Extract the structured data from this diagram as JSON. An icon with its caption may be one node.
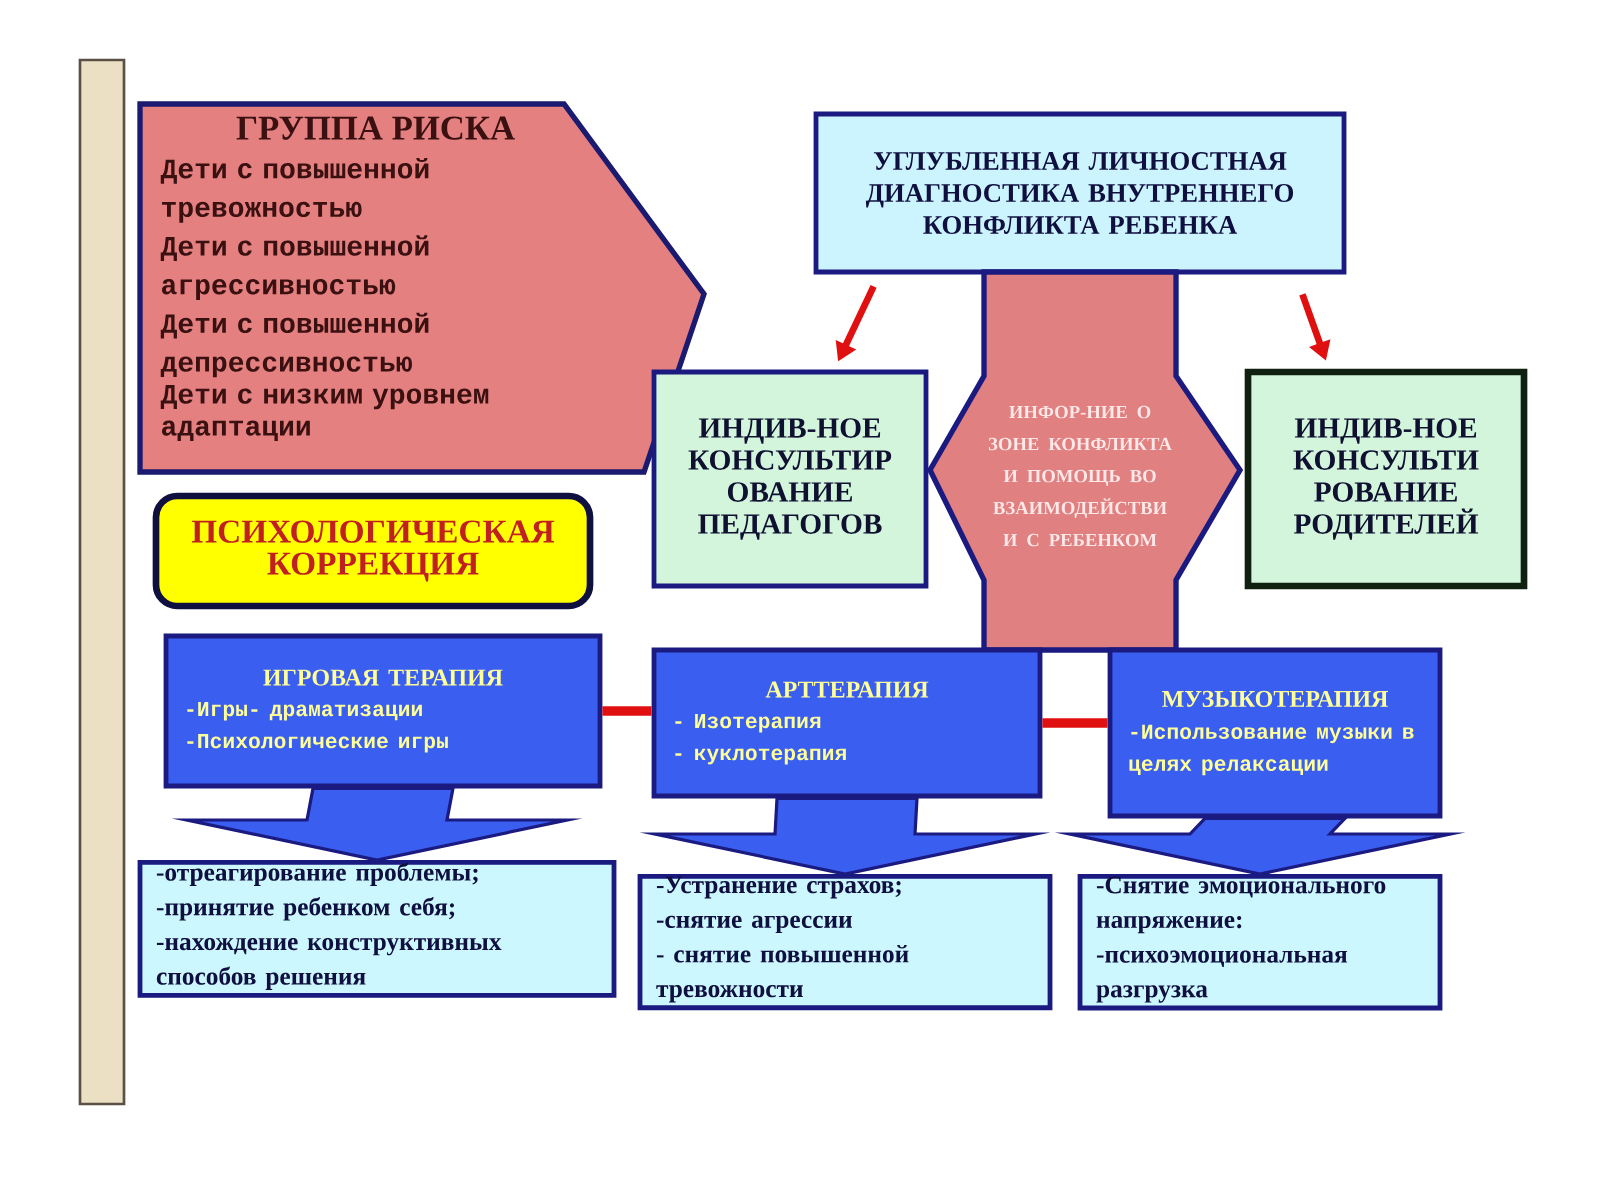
{
  "diagram": {
    "nodes": [
      {
        "text": [
          "ГРУППА РИСКА",
          "Дети с повышенной тревожностью",
          "Дети с повышенной агрессивностью",
          "Дети с повышенной депрессивностью",
          "Дети с низким уровнем адаптации"
        ]
      },
      {
        "text": [
          "ПСИХОЛОГИЧЕСКАЯ КОРРЕКЦИЯ"
        ]
      },
      {
        "text": [
          "УГЛУБЛЕННАЯ ЛИЧНОСТНАЯ ДИАГНОСТИКА ВНУТРЕННЕГО КОНФЛИКТА РЕБЕНКА"
        ]
      },
      {
        "text": [
          "ИНДИВ-НОЕ КОНСУЛЬТИР ОВАНИЕ ПЕДАГОГОВ"
        ]
      },
      {
        "text": [
          "ИНФОР-НИЕ О ЗОНЕ КОНФЛИКТА И ПОМОЩЬ ВО ВЗАИМОДЕЙСТВИ И С РЕБЕНКОМ"
        ]
      },
      {
        "text": [
          "ИНДИВ-НОЕ КОНСУЛЬТИ РОВАНИЕ РОДИТЕЛЕЙ"
        ]
      },
      {
        "text": [
          "ИГРОВАЯ ТЕРАПИЯ",
          "-Игры- драматизации",
          "-Психологические игры"
        ]
      },
      {
        "text": [
          "АРТТЕРАПИЯ",
          "- Изотерапия",
          "- куклотерапия"
        ]
      },
      {
        "text": [
          "МУЗЫКОТЕРАПИЯ",
          "-Использование музыки в целях релаксации"
        ]
      },
      {
        "text": [
          "-отреагирование проблемы;",
          "-принятие ребенком себя;",
          "-нахождение конструктивных способов решения"
        ]
      },
      {
        "text": [
          "-Устранение страхов;",
          "-снятие агрессии",
          "- снятие повышенной тревожности"
        ]
      },
      {
        "text": [
          "-Снятие эмоционального напряжение:",
          "-психоэмоциональная разгрузка"
        ]
      }
    ],
    "edges": [
      {
        "from": 2,
        "to": 3,
        "arrow": "to",
        "color": "#e01010"
      },
      {
        "from": 2,
        "to": 5,
        "arrow": "to",
        "color": "#e01010"
      },
      {
        "from": 6,
        "to": 7,
        "arrow": "none",
        "color": "#e01010"
      },
      {
        "from": 7,
        "to": 8,
        "arrow": "none",
        "color": "#e01010"
      },
      {
        "from": 6,
        "to": 9,
        "arrow": "to",
        "style": "thick",
        "color": "#3a5ff0"
      },
      {
        "from": 7,
        "to": 10,
        "arrow": "to",
        "style": "thick",
        "color": "#3a5ff0"
      },
      {
        "from": 8,
        "to": 11,
        "arrow": "to",
        "style": "thick",
        "color": "#3a5ff0"
      }
    ]
  }
}
